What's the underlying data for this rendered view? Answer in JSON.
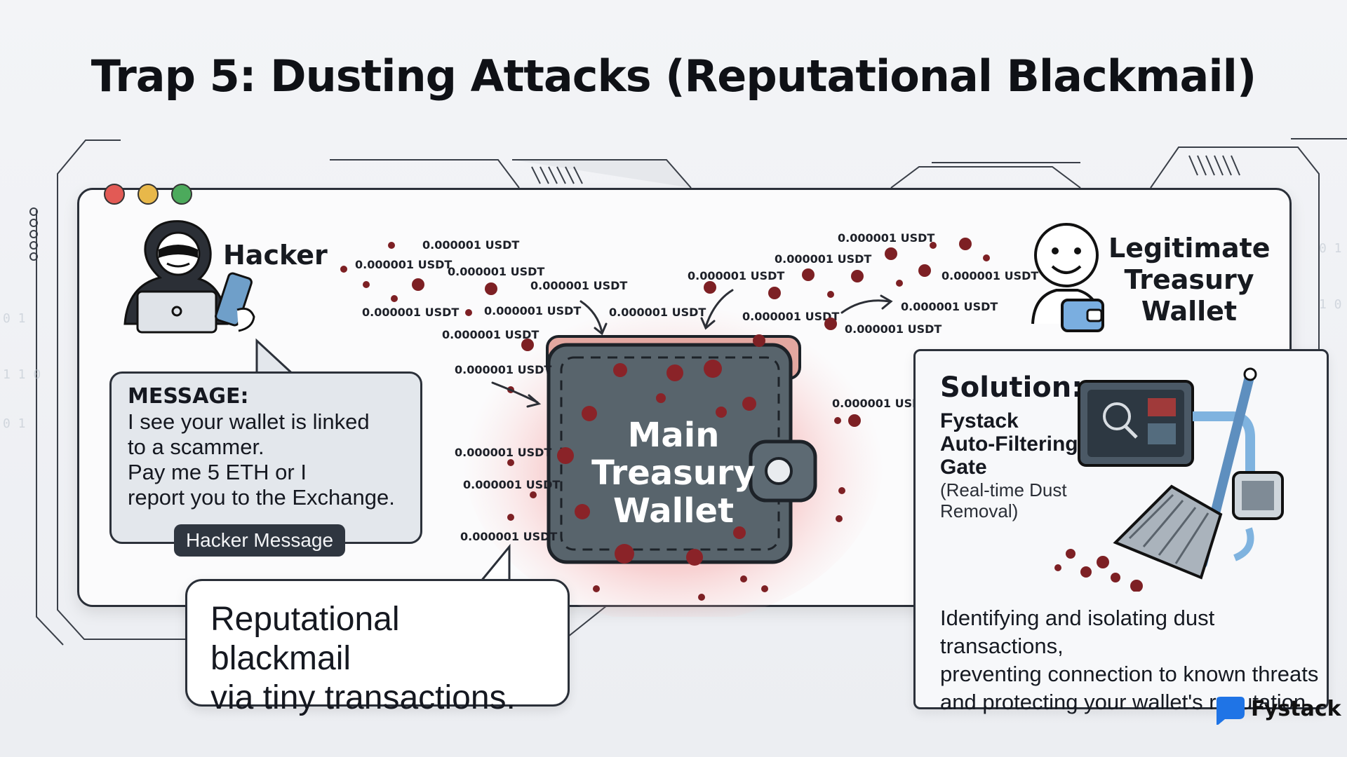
{
  "title": "Trap 5: Dusting Attacks (Reputational Blackmail)",
  "hacker": {
    "label": "Hacker",
    "message_title": "MESSAGE:",
    "message_body": "I see your wallet is linked\nto a scammer.\nPay me 5 ETH or I\nreport you to the Exchange.",
    "message_tag": "Hacker Message"
  },
  "callout": "Reputational blackmail\nvia tiny transactions.",
  "wallet": {
    "label": "Main\nTreasury\nWallet"
  },
  "legit": {
    "label": "Legitimate\nTreasury\nWallet"
  },
  "dust_label": "0.000001 USDT",
  "solution": {
    "title": "Solution:",
    "subtitle": "Fystack\nAuto-Filtering\nGate",
    "note": "(Real-time Dust\nRemoval)",
    "description": "Identifying and isolating dust transactions,\npreventing connection to known threats\nand protecting your wallet's reputation."
  },
  "brand": {
    "name": "Fystack"
  },
  "colors": {
    "dust": "#7d2024",
    "wallet": "#58646c",
    "glow": "#f08080",
    "brand": "#1f74e6"
  }
}
